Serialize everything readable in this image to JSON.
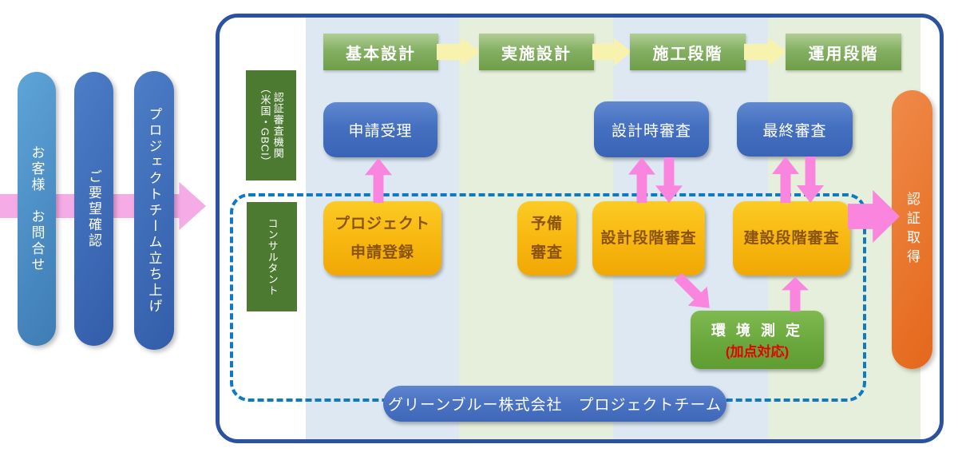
{
  "colors": {
    "panel_border": "#2a52a0",
    "dashed_boundary": "#0e7ac4",
    "stripe_blue": "#dde8f3",
    "stripe_green": "#e6efdb",
    "phase_green": "#6f9e4a",
    "lane_green": "#4d7a31",
    "box_blue": "#3a64b6",
    "box_yellow": "#f1a804",
    "box_yellow_text": "#8a5410",
    "env_green": "#5f9d33",
    "env_sub_red": "#e60000",
    "goal_orange": "#e4671c",
    "arrow_pink": "#f985de",
    "intake_arrow_pink": "#f5abe6",
    "phase_arrow_yellow": "#f7f2ae"
  },
  "intake": {
    "steps": [
      {
        "label": "お客様　お問合せ"
      },
      {
        "label": "ご要望確認"
      },
      {
        "label": "プロジェクトチーム立ち上げ"
      }
    ]
  },
  "phases": {
    "items": [
      {
        "label": "基本設計"
      },
      {
        "label": "実施設計"
      },
      {
        "label": "施工段階"
      },
      {
        "label": "運用段階"
      }
    ]
  },
  "lanes": {
    "certifier": "認証審査機関\n（米国・GBCI）",
    "consultant": "コンサルタント"
  },
  "certifier_row": {
    "boxes": [
      {
        "label": "申請受理"
      },
      {
        "label": "設計時審査"
      },
      {
        "label": "最終審査"
      }
    ]
  },
  "consultant_row": {
    "boxes": [
      {
        "label": "プロジェクト\n申請登録"
      },
      {
        "label": "予備\n審査"
      },
      {
        "label": "設計段階審査"
      },
      {
        "label": "建設段階審査"
      }
    ]
  },
  "env_box": {
    "title": "環 境 測 定",
    "subtitle": "(加点対応)"
  },
  "goal": {
    "label": "認証取得"
  },
  "team_pill": {
    "label": "グリーンブルー株式会社　プロジェクトチーム"
  }
}
